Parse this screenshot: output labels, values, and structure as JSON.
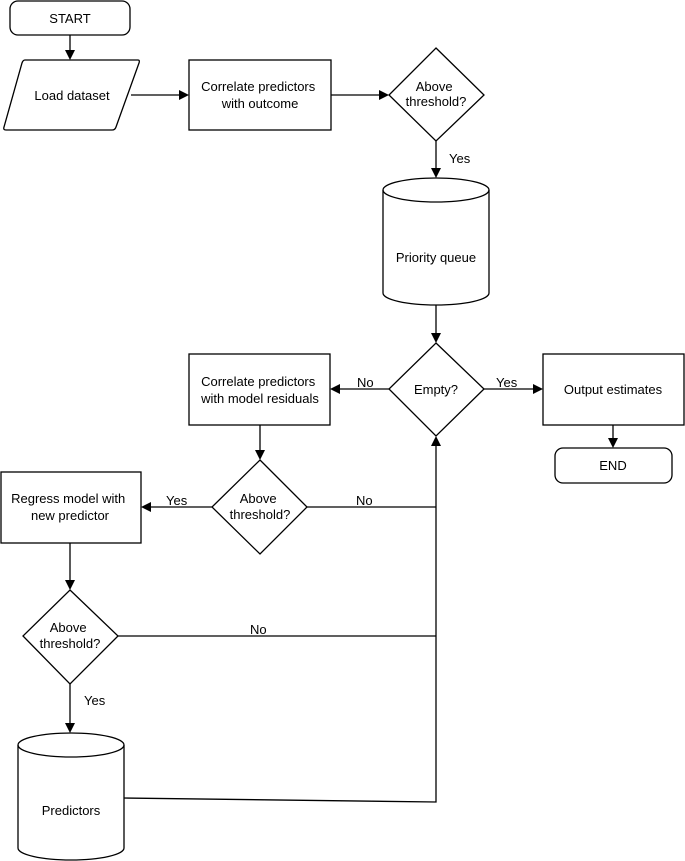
{
  "nodes": {
    "start": "START",
    "load_dataset": "Load dataset",
    "correlate_outcome": [
      "Correlate predictors",
      "with outcome"
    ],
    "above_threshold_1": [
      "Above",
      "threshold?"
    ],
    "priority_queue": "Priority queue",
    "empty": "Empty?",
    "output_estimates": "Output estimates",
    "end": "END",
    "correlate_residuals": [
      "Correlate predictors",
      "with model residuals"
    ],
    "above_threshold_2": [
      "Above",
      "threshold?"
    ],
    "regress_model": [
      "Regress model with",
      "new predictor"
    ],
    "above_threshold_3": [
      "Above",
      "threshold?"
    ],
    "predictors": "Predictors"
  },
  "edge_labels": {
    "threshold1_yes": "Yes",
    "empty_no": "No",
    "empty_yes": "Yes",
    "threshold2_yes": "Yes",
    "threshold2_no": "No",
    "threshold3_no": "No",
    "threshold3_yes": "Yes"
  }
}
